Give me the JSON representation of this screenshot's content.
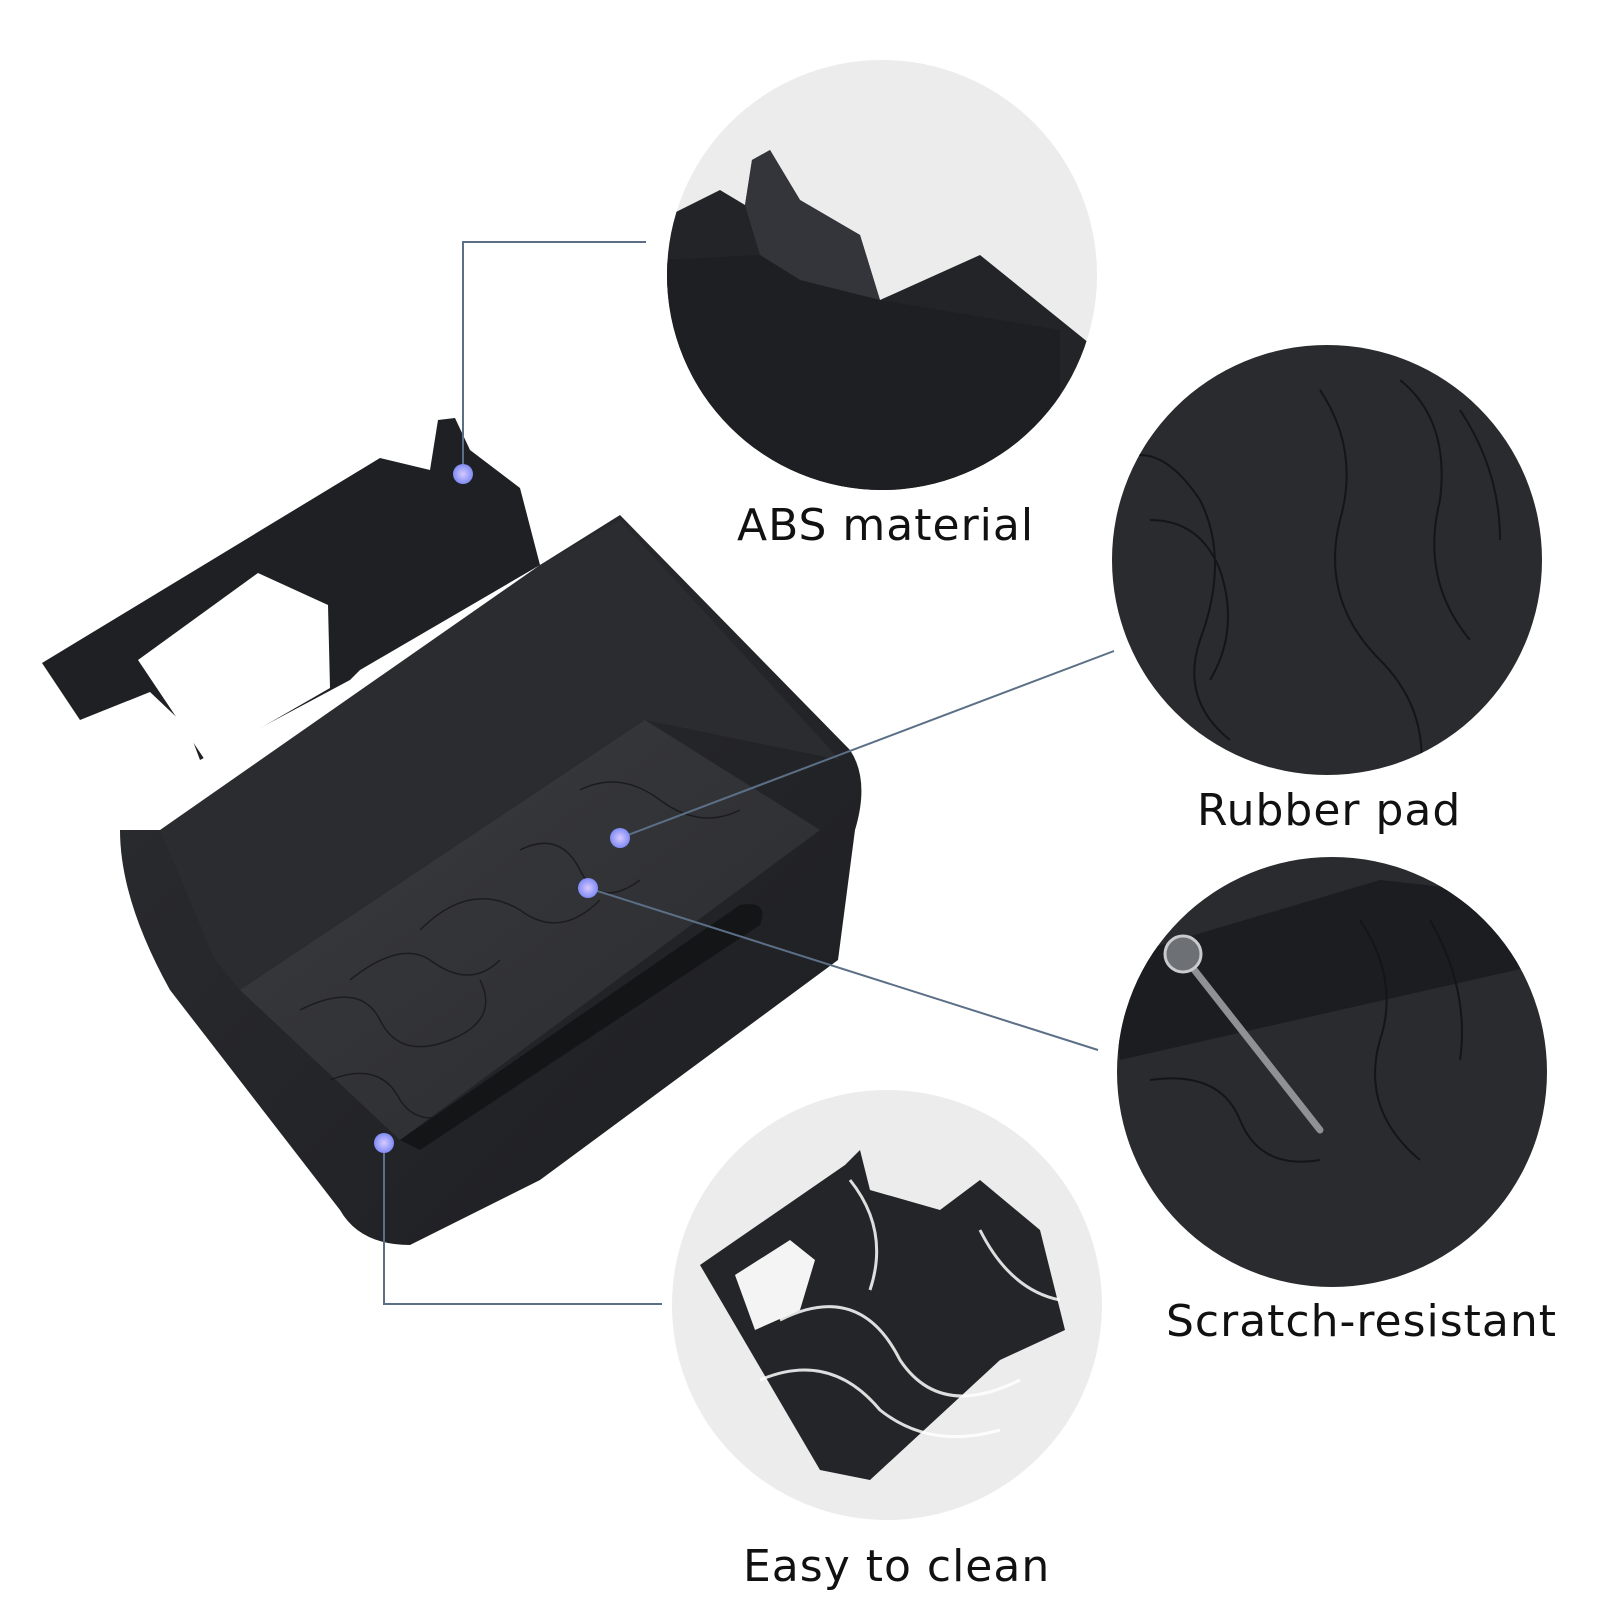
{
  "features": [
    {
      "id": "abs",
      "label": "ABS material"
    },
    {
      "id": "rubber",
      "label": "Rubber pad"
    },
    {
      "id": "scratch",
      "label": "Scratch-resistant"
    },
    {
      "id": "clean",
      "label": "Easy to clean"
    }
  ],
  "colors": {
    "product": "#26272a",
    "product_highlight": "#3a3b3f",
    "circle_bg": "#ececec",
    "leader_line": "#5b6f86",
    "marker": "#a78bfa"
  }
}
